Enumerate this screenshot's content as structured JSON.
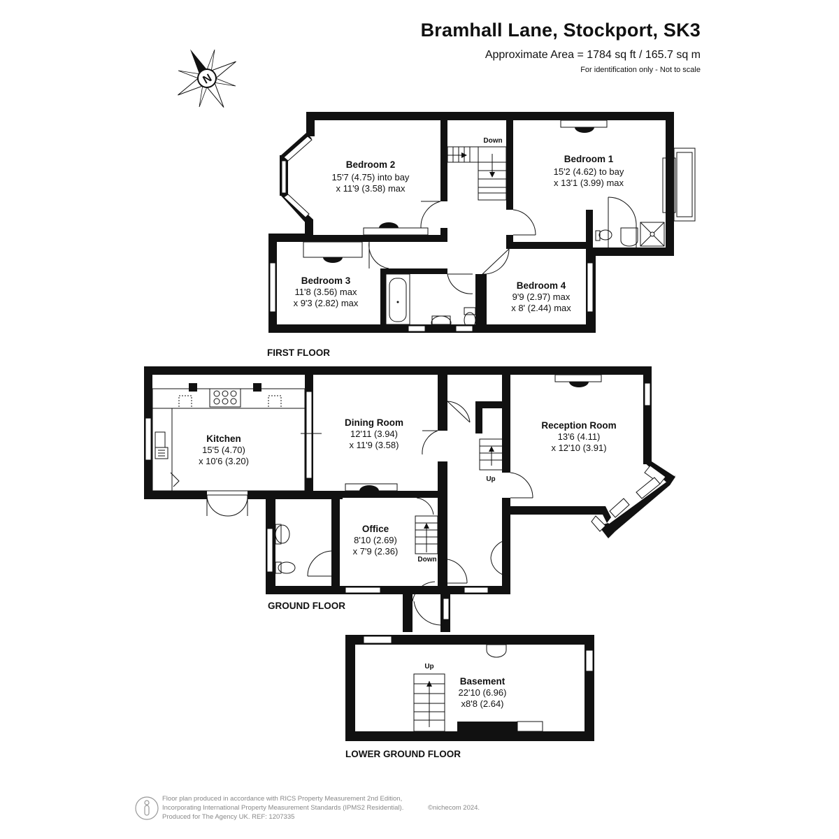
{
  "header": {
    "title": "Bramhall Lane, Stockport, SK3",
    "area": "Approximate Area = 1784 sq ft / 165.7 sq m",
    "identification": "For identification only - Not to scale"
  },
  "compass": {
    "label": "N"
  },
  "floors": {
    "first": "FIRST FLOOR",
    "ground": "GROUND FLOOR",
    "lower_ground": "LOWER GROUND FLOOR"
  },
  "rooms": {
    "bedroom2": {
      "name": "Bedroom 2",
      "dim1": "15'7 (4.75) into bay",
      "dim2": "x 11'9 (3.58) max"
    },
    "bedroom1": {
      "name": "Bedroom 1",
      "dim1": "15'2 (4.62) to bay",
      "dim2": "x 13'1 (3.99) max"
    },
    "bedroom3": {
      "name": "Bedroom 3",
      "dim1": "11'8 (3.56) max",
      "dim2": "x 9'3 (2.82) max"
    },
    "bedroom4": {
      "name": "Bedroom 4",
      "dim1": "9'9 (2.97) max",
      "dim2": "x 8' (2.44) max"
    },
    "kitchen": {
      "name": "Kitchen",
      "dim1": "15'5 (4.70)",
      "dim2": "x 10'6 (3.20)"
    },
    "dining": {
      "name": "Dining Room",
      "dim1": "12'11 (3.94)",
      "dim2": "x 11'9 (3.58)"
    },
    "reception": {
      "name": "Reception Room",
      "dim1": "13'6 (4.11)",
      "dim2": "x 12'10 (3.91)"
    },
    "office": {
      "name": "Office",
      "dim1": "8'10 (2.69)",
      "dim2": "x 7'9 (2.36)"
    },
    "basement": {
      "name": "Basement",
      "dim1": "22'10 (6.96)",
      "dim2": "x8'8 (2.64)"
    }
  },
  "stairs": {
    "first_down": "Down",
    "ground_up": "Up",
    "ground_down": "Down",
    "basement_up": "Up"
  },
  "footer": {
    "line1": "Floor plan produced in accordance with RICS Property Measurement 2nd Edition,",
    "line2": "Incorporating International Property Measurement Standards (IPMS2 Residential).",
    "copyright": "©nichecom 2024.",
    "line3": "Produced for The Agency UK.   REF:  1207335"
  }
}
